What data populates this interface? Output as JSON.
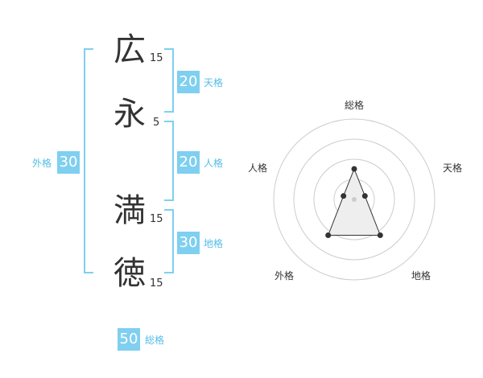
{
  "name": {
    "chars": [
      {
        "char": "広",
        "strokes": "15"
      },
      {
        "char": "永",
        "strokes": "5"
      },
      {
        "char": "満",
        "strokes": "15"
      },
      {
        "char": "徳",
        "strokes": "15"
      }
    ]
  },
  "badges": {
    "tenkaku": {
      "value": "20",
      "label": "天格"
    },
    "jinkaku": {
      "value": "20",
      "label": "人格"
    },
    "chikaku": {
      "value": "30",
      "label": "地格"
    },
    "gaikaku": {
      "value": "30",
      "label": "外格"
    },
    "soukaku": {
      "value": "50",
      "label": "総格"
    }
  },
  "chart_data": {
    "type": "radar",
    "axes": [
      "総格",
      "天格",
      "地格",
      "外格",
      "人格"
    ],
    "values": [
      0.38,
      0.14,
      0.55,
      0.55,
      0.14
    ],
    "rings": 4,
    "colors": {
      "ring": "#cccccc",
      "fill": "#eeeeee",
      "line": "#333333",
      "center": "#cccccc"
    }
  }
}
